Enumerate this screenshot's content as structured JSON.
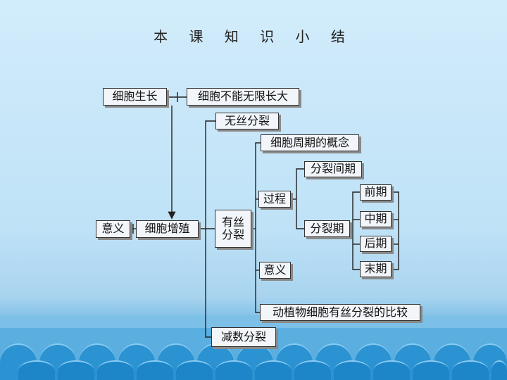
{
  "title": "本 课 知 识 小 结",
  "boxes": {
    "growth": "细胞生长",
    "limit": "细胞不能无限长大",
    "amitosis": "无丝分裂",
    "cycle_concept": "细胞周期的概念",
    "interphase": "分裂间期",
    "process": "过程",
    "prophase": "前期",
    "significance_left": "意义",
    "proliferation": "细胞增殖",
    "mitosis_line1": "有丝",
    "mitosis_line2": "分裂",
    "division_phase": "分裂期",
    "metaphase": "中期",
    "anaphase": "后期",
    "significance_mitosis": "意义",
    "telophase": "末期",
    "comparison": "动植物细胞有丝分裂的比较",
    "meiosis": "减数分裂"
  }
}
